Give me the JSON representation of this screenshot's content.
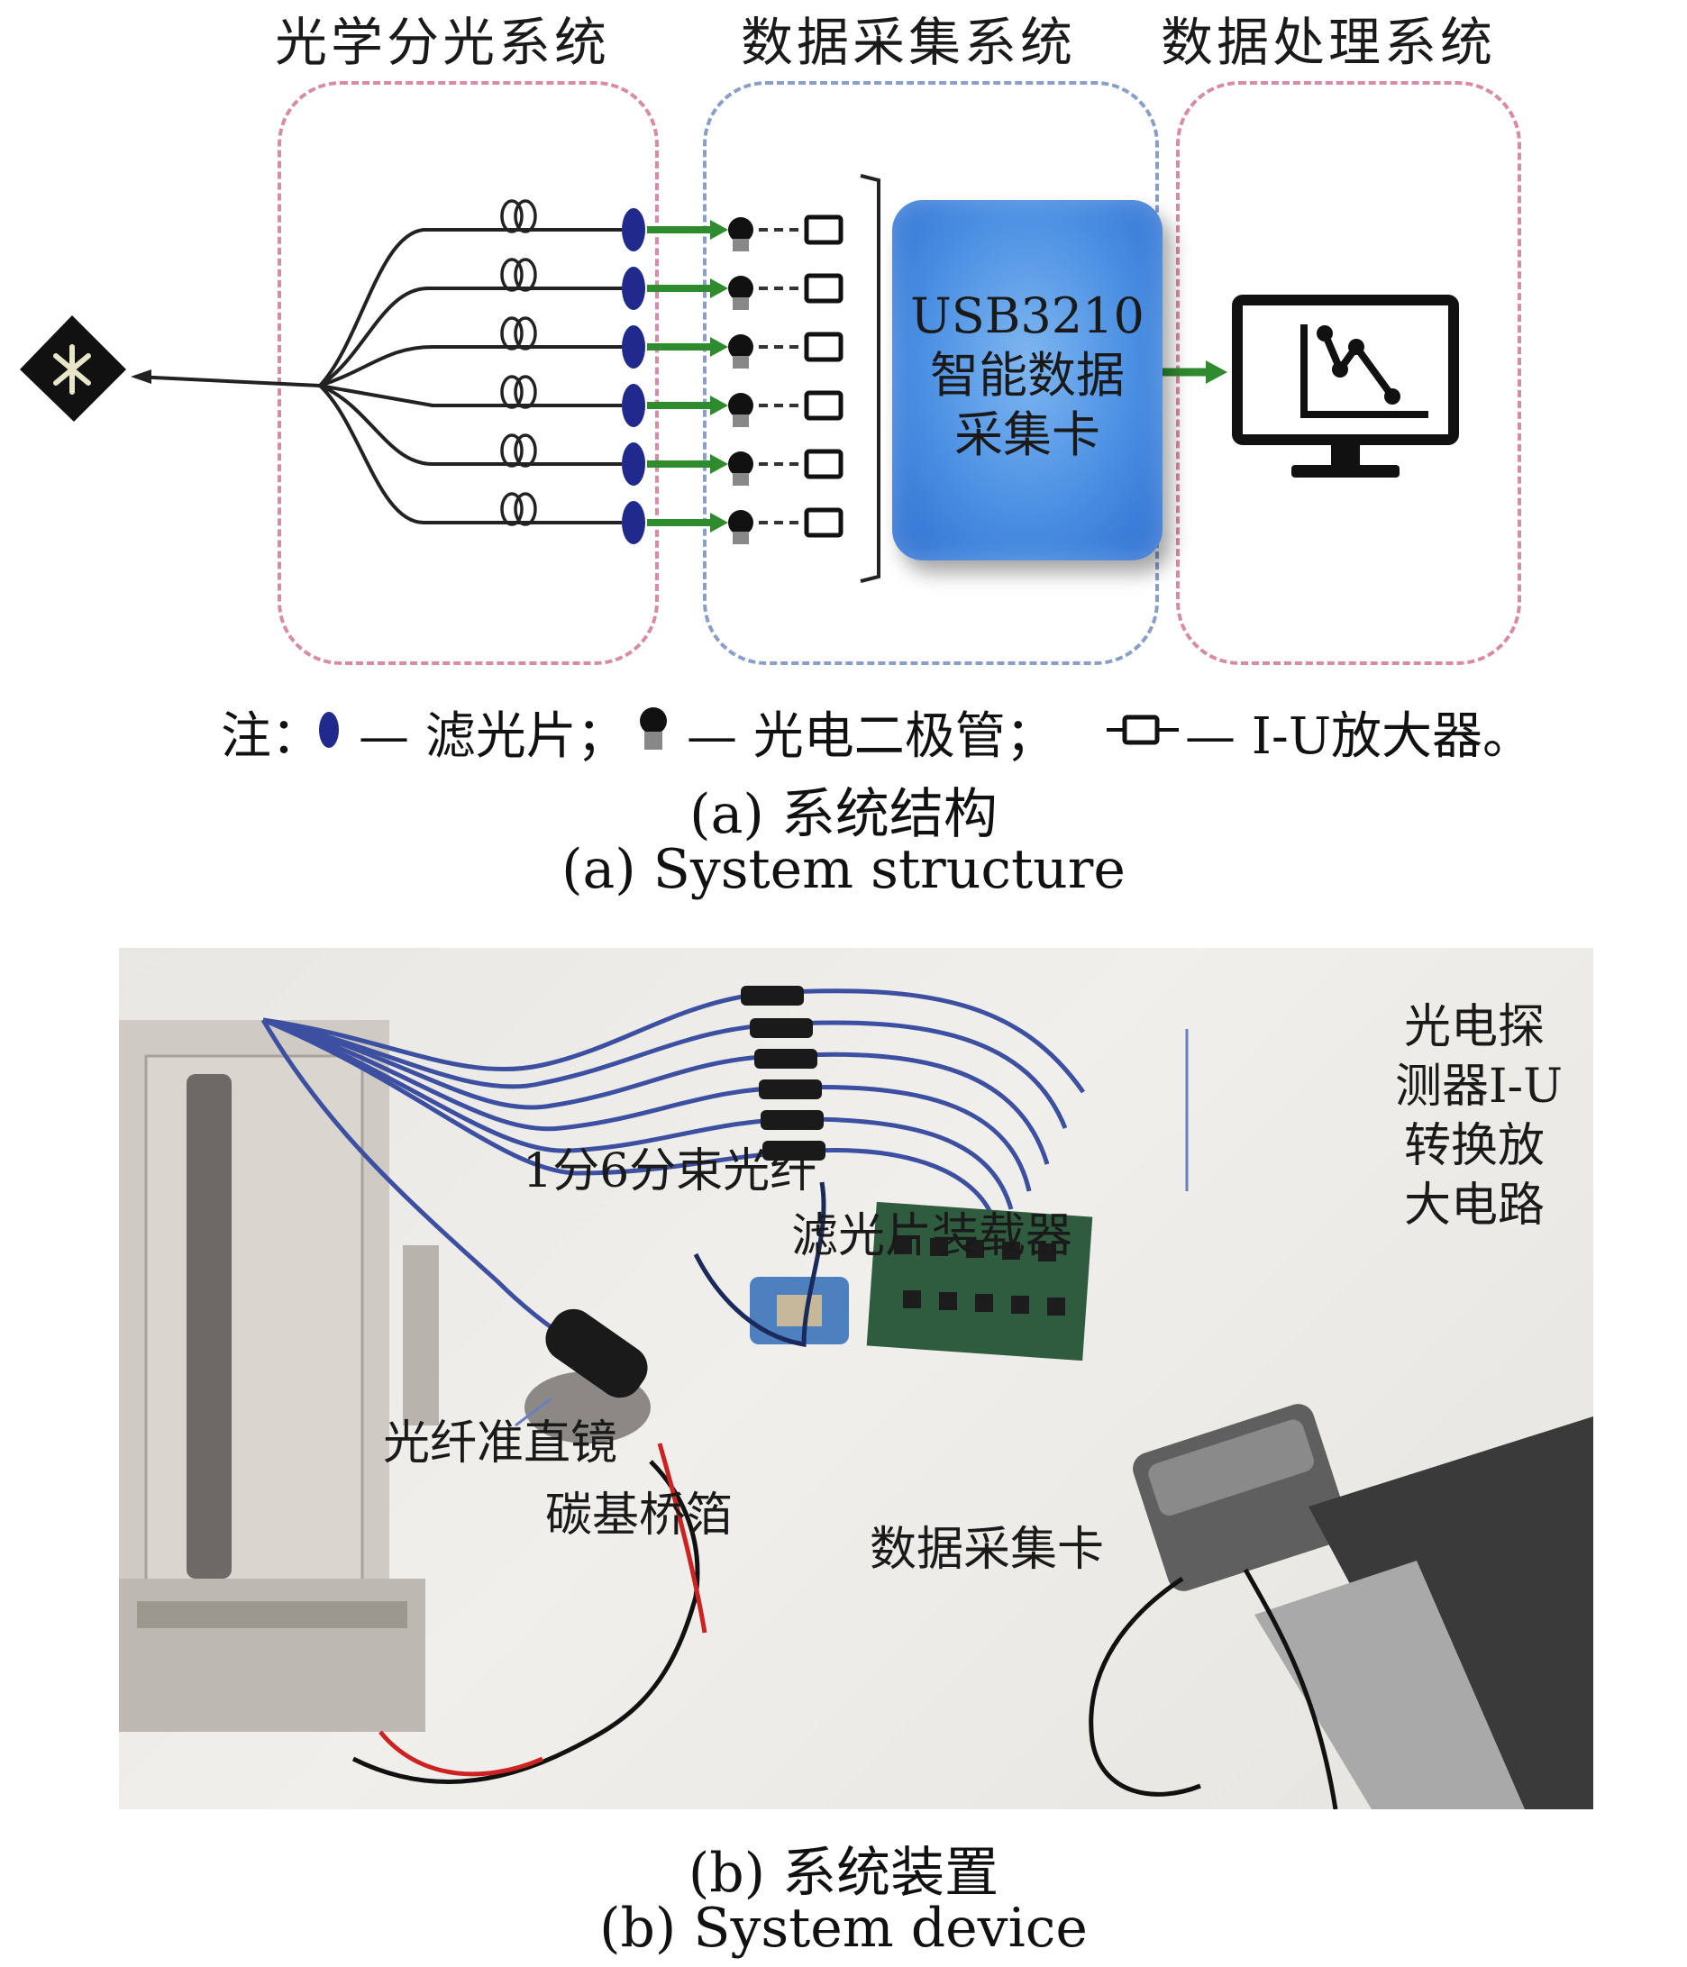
{
  "panel_a": {
    "systems": {
      "optical": "光学分光系统",
      "acquisition": "数据采集系统",
      "processing": "数据处理系统"
    },
    "card_label": [
      "USB3210",
      "智能数据",
      "采集卡"
    ],
    "note": {
      "prefix": "注：",
      "filter": "— 滤光片；",
      "photodiode": "— 光电二极管；",
      "amplifier": "— I-U放大器。"
    },
    "caption_cn": "(a) 系统结构",
    "caption_en": "(a) System structure",
    "colors": {
      "red_box": "#d98aa6",
      "blue_box": "#8a9fc8",
      "arrow_green": "#2e8b2e",
      "filter_blue": "#1f2a8c",
      "card_blue": "#4a8fe3"
    }
  },
  "panel_b": {
    "labels": {
      "bundle_fiber": "1分6分束光纤",
      "filter_holder": "滤光片装载器",
      "detector_l1": "光电探",
      "detector_l2": "测器I-U",
      "detector_l3": "转换放",
      "detector_l4": "大电路",
      "collimator": "光纤准直镜",
      "carbon_foil": "碳基桥箔",
      "daq_card": "数据采集卡"
    },
    "caption_cn": "(b) 系统装置",
    "caption_en": "(b) System device"
  }
}
